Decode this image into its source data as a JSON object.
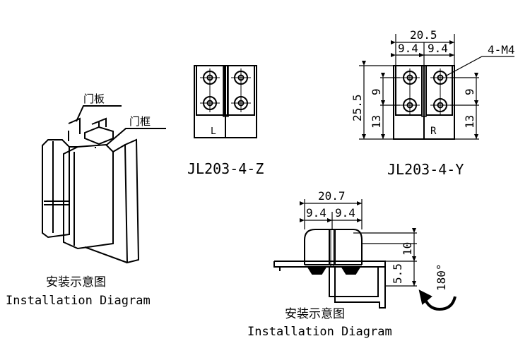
{
  "left_panel": {
    "door_panel_label": "门板",
    "door_frame_label": "门框",
    "caption_cn": "安装示意图",
    "caption_en": "Installation Diagram"
  },
  "model_z": {
    "name": "JL203-4-Z",
    "side_letter": "L"
  },
  "model_y": {
    "name": "JL203-4-Y",
    "side_letter": "R",
    "dim_total_width": "20.5",
    "dim_half_left": "9.4",
    "dim_half_right": "9.4",
    "dim_screw": "4-M4",
    "dim_height": "25.5",
    "dim_upper_left": "9",
    "dim_lower_left": "13",
    "dim_upper_right": "9",
    "dim_lower_right": "13"
  },
  "install_view": {
    "dim_total_width": "20.7",
    "dim_half_left": "9.4",
    "dim_half_right": "9.4",
    "dim_10": "10",
    "dim_5_5": "5.5",
    "rotation": "180°",
    "caption_cn": "安装示意图",
    "caption_en": "Installation Diagram"
  }
}
